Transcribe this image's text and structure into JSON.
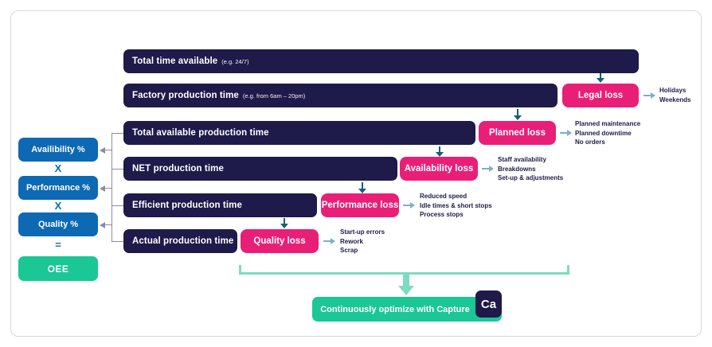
{
  "diagram": {
    "title_semantic": "OEE time loss waterfall",
    "rows": [
      {
        "label": "Total time available",
        "note": "(e.g. 24/7)",
        "loss": "",
        "annotations": []
      },
      {
        "label": "Factory production time",
        "note": "(e.g. from 6am – 20pm)",
        "loss": "Legal loss",
        "annotations": [
          "Holidays",
          "Weekends"
        ]
      },
      {
        "label": "Total available production time",
        "note": "",
        "loss": "Planned loss",
        "annotations": [
          "Planned maintenance",
          "Planned downtime",
          "No orders"
        ]
      },
      {
        "label": "NET production time",
        "note": "",
        "loss": "Availability loss",
        "annotations": [
          "Staff availability",
          "Breakdowns",
          "Set-up & adjustments"
        ]
      },
      {
        "label": "Efficient production time",
        "note": "",
        "loss": "Performance loss",
        "annotations": [
          "Reduced speed",
          "Idle times & short stops",
          "Process stops"
        ]
      },
      {
        "label": "Actual production time",
        "note": "",
        "loss": "Quality loss",
        "annotations": [
          "Start-up errors",
          "Rework",
          "Scrap"
        ]
      }
    ],
    "formula": {
      "availability": "Availibility %",
      "multiply1": "X",
      "performance": "Performance %",
      "multiply2": "X",
      "quality": "Quality %",
      "equals": "=",
      "result": "OEE"
    },
    "footer": {
      "cta": "Continuously optimize with Capture",
      "logo": "Ca"
    },
    "colors": {
      "navy": "#1e1a4a",
      "pink": "#e91f77",
      "blue": "#0e69b4",
      "green": "#1ac795",
      "teal_arrow": "#175e78",
      "light_arrow": "#7fafc9",
      "connector_gray": "#8e8aa6",
      "mint": "#7cdcc0"
    }
  }
}
